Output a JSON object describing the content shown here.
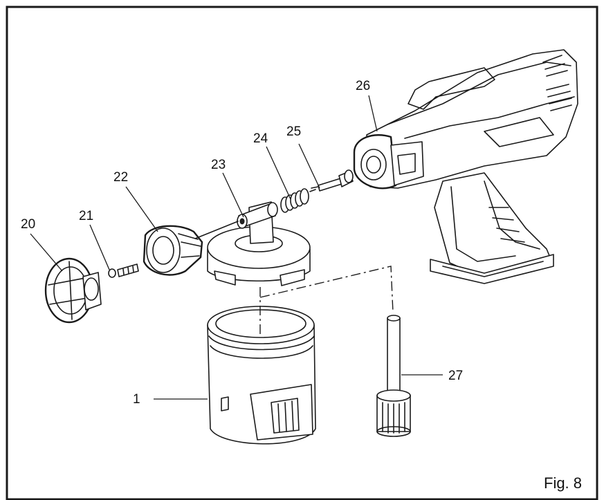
{
  "figure": {
    "label": "Fig. 8",
    "callouts": {
      "c1": "1",
      "c20": "20",
      "c21": "21",
      "c22": "22",
      "c23": "23",
      "c24": "24",
      "c25": "25",
      "c26": "26",
      "c27": "27"
    }
  }
}
